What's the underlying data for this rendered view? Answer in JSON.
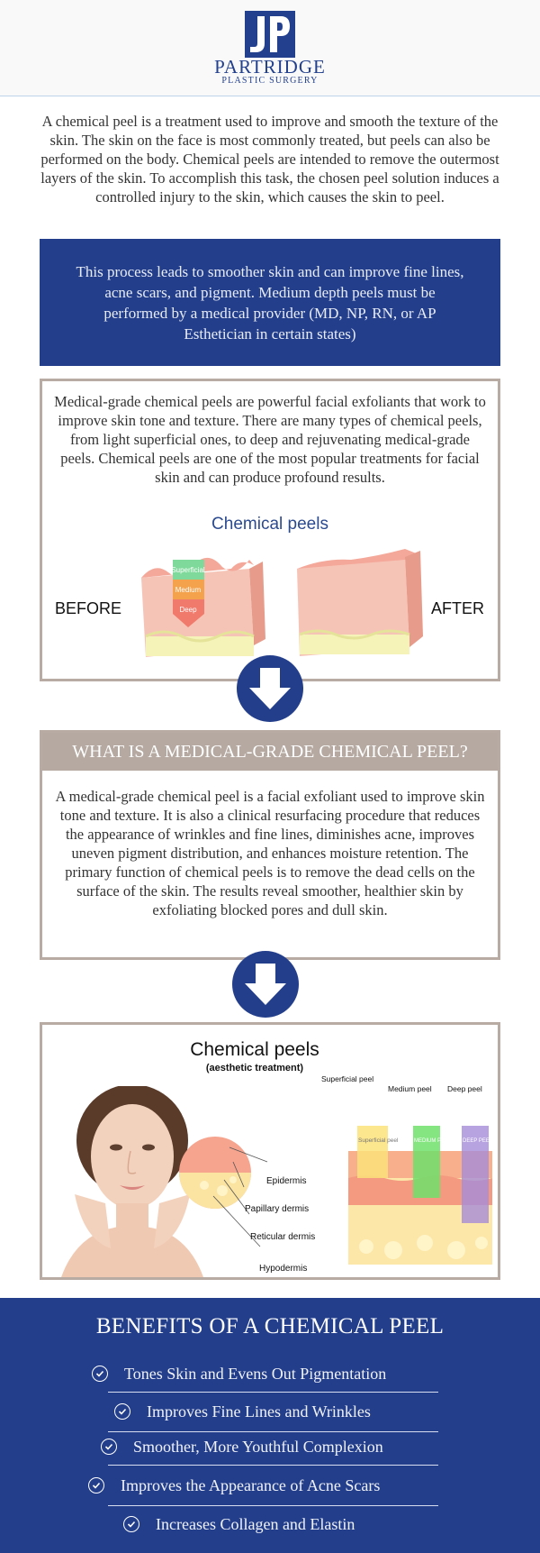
{
  "brand": {
    "name": "PARTRIDGE",
    "tagline": "PLASTIC SURGERY",
    "color": "#22408d"
  },
  "intro": "A chemical peel is a treatment used to improve and smooth the texture of the skin. The skin on the face is most commonly treated, but peels can also be performed on the body. Chemical peels are intended to remove the outermost layers of the skin. To accomplish this task, the chosen peel solution induces a controlled injury to the skin, which causes the skin to peel.",
  "highlight": "This process leads to smoother skin and can improve fine lines, acne scars, and pigment. Medium depth peels must be performed by a medical provider (MD, NP, RN, or AP Esthetician in certain states)",
  "section1": {
    "text": "Medical-grade chemical peels are powerful facial exfoliants that work to improve skin tone and texture. There are many types of chemical peels, from light superficial ones, to deep and rejuvenating medical-grade peels. Chemical peels are one of the most popular treatments for facial skin and can produce profound results.",
    "figure": {
      "title": "Chemical peels",
      "before_label": "BEFORE",
      "after_label": "AFTER",
      "depths": [
        "Superficial",
        "Medium",
        "Deep"
      ]
    }
  },
  "section2": {
    "heading": "WHAT IS A MEDICAL-GRADE CHEMICAL PEEL?",
    "text": "A medical-grade chemical peel is a facial exfoliant used to improve skin tone and texture. It is also a clinical resurfacing procedure that reduces the appearance of wrinkles and fine lines, diminishes acne, improves uneven pigment distribution, and enhances moisture retention. The primary function of chemical peels is to remove the dead cells on the surface of the skin. The results reveal smoother, healthier skin by exfoliating blocked pores and dull skin."
  },
  "section3": {
    "title": "Chemical peels",
    "subtitle": "(aesthetic treatment)",
    "layers": [
      "Epidermis",
      "Papillary dermis",
      "Reticular dermis",
      "Hypodermis"
    ],
    "peels": [
      "Superficial peel",
      "Medium peel",
      "Deep peel"
    ],
    "peel_tags": [
      "Superficial peel",
      "MEDIUM PEEL",
      "DEEP PEEL"
    ]
  },
  "benefits": {
    "title": "BENEFITS OF A CHEMICAL PEEL",
    "items": [
      "Tones Skin and Evens Out Pigmentation",
      "Improves Fine Lines and Wrinkles",
      "Smoother, More Youthful Complexion",
      "Improves the Appearance of Acne Scars",
      "Increases Collagen and Elastin"
    ]
  },
  "colors": {
    "navy": "#233e8b",
    "taupe": "#b5a9a1"
  }
}
